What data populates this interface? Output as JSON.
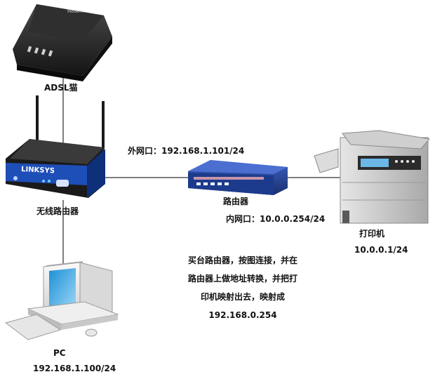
{
  "devices": {
    "modem": {
      "label": "ADSL猫",
      "icon": "adsl-modem-icon"
    },
    "wireless_router": {
      "label": "无线路由器",
      "icon": "wireless-router-icon",
      "brand": "LINKSYS"
    },
    "router": {
      "label": "路由器",
      "icon": "router-icon"
    },
    "printer": {
      "label": "打印机",
      "ip": "10.0.0.1/24",
      "icon": "printer-icon"
    },
    "pc": {
      "label": "PC",
      "ip": "192.168.1.100/24",
      "icon": "pc-icon"
    }
  },
  "ports": {
    "wan": "外网口：192.168.1.101/24",
    "lan": "内网口：10.0.0.254/24"
  },
  "note": {
    "lines": [
      "买台路由器，按图连接，并在",
      "路由器上做地址转换，并把打",
      "印机映射出去，映射成",
      "192.168.0.254"
    ]
  },
  "colors": {
    "link_line": "#000000",
    "router_blue": "#1f3f9a",
    "linksys_blue": "#1e4fb8"
  }
}
